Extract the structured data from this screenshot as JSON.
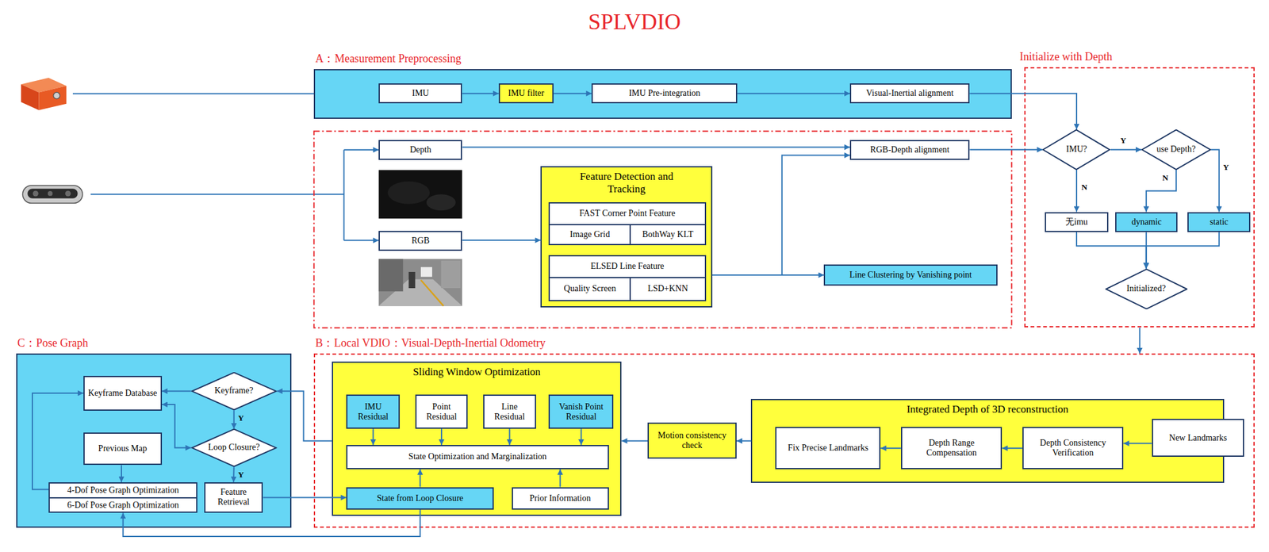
{
  "diagram": {
    "title": "SPLVDIO",
    "nodes": [
      {
        "text": [
          "A：Measurement Preprocessing"
        ]
      },
      {
        "text": [
          "IMU"
        ],
        "in": 0
      },
      {
        "text": [
          "IMU filter"
        ],
        "in": 0
      },
      {
        "text": [
          "IMU Pre-integration"
        ],
        "in": 0
      },
      {
        "text": [
          "Visual-Inertial alignment"
        ],
        "in": 0
      },
      {
        "text": [
          "Depth"
        ]
      },
      {
        "text": [
          "RGB"
        ]
      },
      {
        "text": [
          "Feature Detection and Tracking"
        ]
      },
      {
        "text": [
          "FAST Corner Point Feature"
        ],
        "in": 7
      },
      {
        "text": [
          "Image Grid"
        ],
        "in": 7
      },
      {
        "text": [
          "BothWay KLT"
        ],
        "in": 7
      },
      {
        "text": [
          "ELSED Line Feature"
        ],
        "in": 7
      },
      {
        "text": [
          "Quality Screen"
        ],
        "in": 7
      },
      {
        "text": [
          "LSD+KNN"
        ],
        "in": 7
      },
      {
        "text": [
          "RGB-Depth alignment"
        ]
      },
      {
        "text": [
          "Line Clustering by Vanishing point"
        ]
      },
      {
        "text": [
          "Initialize with Depth"
        ]
      },
      {
        "text": [
          "IMU?"
        ],
        "in": 16
      },
      {
        "text": [
          "use Depth?"
        ],
        "in": 16
      },
      {
        "text": [
          "无imu"
        ],
        "in": 16
      },
      {
        "text": [
          "dynamic"
        ],
        "in": 16
      },
      {
        "text": [
          "static"
        ],
        "in": 16
      },
      {
        "text": [
          "Initialized?"
        ],
        "in": 16
      },
      {
        "text": [
          "C：Pose Graph"
        ]
      },
      {
        "text": [
          "Keyframe Database"
        ],
        "in": 23
      },
      {
        "text": [
          "Keyframe?"
        ],
        "in": 23
      },
      {
        "text": [
          "Loop Closure?"
        ],
        "in": 23
      },
      {
        "text": [
          "Previous Map"
        ],
        "in": 23
      },
      {
        "text": [
          "4-Dof Pose Graph Optimization"
        ],
        "in": 23
      },
      {
        "text": [
          "6-Dof Pose Graph Optimization"
        ],
        "in": 23
      },
      {
        "text": [
          "Feature Retrieval"
        ],
        "in": 23
      },
      {
        "text": [
          "B：Local VDIO：Visual-Depth-Inertial Odometry"
        ]
      },
      {
        "text": [
          "Sliding Window Optimization"
        ],
        "in": 31
      },
      {
        "text": [
          "IMU Residual"
        ],
        "in": 32
      },
      {
        "text": [
          "Point Residual"
        ],
        "in": 32
      },
      {
        "text": [
          "Line Residual"
        ],
        "in": 32
      },
      {
        "text": [
          "Vanish Point Residual"
        ],
        "in": 32
      },
      {
        "text": [
          "State Optimization and Marginalization"
        ],
        "in": 32
      },
      {
        "text": [
          "State from Loop Closure"
        ],
        "in": 32
      },
      {
        "text": [
          "Prior Information"
        ],
        "in": 32
      },
      {
        "text": [
          "Motion consistency check"
        ],
        "in": 31
      },
      {
        "text": [
          "Integrated Depth of 3D reconstruction"
        ],
        "in": 31
      },
      {
        "text": [
          "Fix Precise Landmarks"
        ],
        "in": 41
      },
      {
        "text": [
          "Depth Range Compensation"
        ],
        "in": 41
      },
      {
        "text": [
          "Depth Consistency Verification"
        ],
        "in": 41
      },
      {
        "text": [
          "New Landmarks"
        ],
        "in": 31
      }
    ],
    "edges": [
      {
        "from": 1,
        "to": 2,
        "arrow": "to"
      },
      {
        "from": 2,
        "to": 3,
        "arrow": "to"
      },
      {
        "from": 3,
        "to": 4,
        "arrow": "to"
      },
      {
        "from": 4,
        "to": 17,
        "arrow": "to"
      },
      {
        "from": 5,
        "to": 14,
        "arrow": "to"
      },
      {
        "from": 6,
        "to": 7,
        "arrow": "to"
      },
      {
        "from": 7,
        "to": 14,
        "arrow": "to"
      },
      {
        "from": 7,
        "to": 15,
        "arrow": "to"
      },
      {
        "from": 14,
        "to": 17,
        "arrow": "to"
      },
      {
        "from": 17,
        "to": 18,
        "label": "Y",
        "arrow": "to"
      },
      {
        "from": 17,
        "to": 19,
        "label": "N",
        "arrow": "to"
      },
      {
        "from": 18,
        "to": 20,
        "label": "N",
        "arrow": "to"
      },
      {
        "from": 18,
        "to": 21,
        "label": "Y",
        "arrow": "to"
      },
      {
        "from": 19,
        "to": 22,
        "arrow": "to"
      },
      {
        "from": 20,
        "to": 22,
        "arrow": "to"
      },
      {
        "from": 21,
        "to": 22,
        "arrow": "to"
      },
      {
        "from": 16,
        "to": 31,
        "arrow": "to"
      },
      {
        "from": 45,
        "to": 44,
        "arrow": "to"
      },
      {
        "from": 44,
        "to": 43,
        "arrow": "to"
      },
      {
        "from": 43,
        "to": 42,
        "arrow": "to"
      },
      {
        "from": 41,
        "to": 40,
        "arrow": "to"
      },
      {
        "from": 40,
        "to": 32,
        "arrow": "to"
      },
      {
        "from": 33,
        "to": 37,
        "arrow": "to"
      },
      {
        "from": 34,
        "to": 37,
        "arrow": "to"
      },
      {
        "from": 35,
        "to": 37,
        "arrow": "to"
      },
      {
        "from": 36,
        "to": 37,
        "arrow": "to"
      },
      {
        "from": 38,
        "to": 37,
        "arrow": "to"
      },
      {
        "from": 39,
        "to": 37,
        "arrow": "to"
      },
      {
        "from": 32,
        "to": 25,
        "arrow": "to"
      },
      {
        "from": 25,
        "to": 26,
        "label": "Y",
        "arrow": "to"
      },
      {
        "from": 25,
        "to": 24,
        "arrow": "to"
      },
      {
        "from": 26,
        "to": 24,
        "arrow": "both"
      },
      {
        "from": 26,
        "to": 30,
        "label": "Y",
        "arrow": "to"
      },
      {
        "from": 27,
        "to": 28,
        "arrow": "to"
      },
      {
        "from": 28,
        "to": 24,
        "arrow": "to"
      },
      {
        "from": 30,
        "to": 38,
        "arrow": "to"
      },
      {
        "from": 38,
        "to": 29,
        "arrow": "to"
      }
    ]
  }
}
